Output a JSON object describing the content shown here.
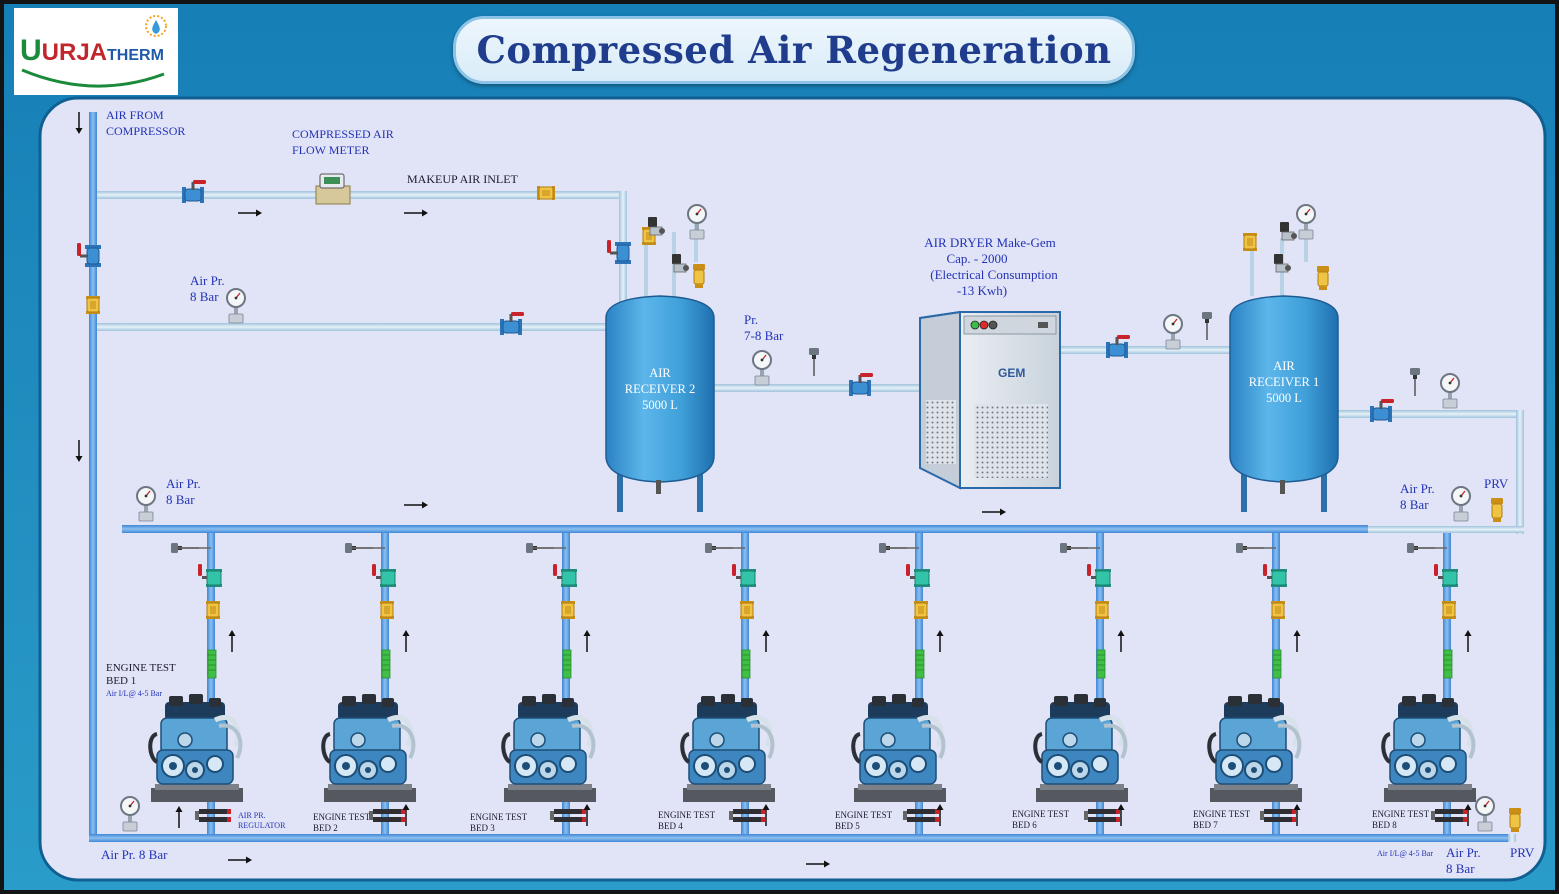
{
  "title": "Compressed Air Regeneration",
  "logo": {
    "text_part1": "URJA",
    "text_part2": "THERM",
    "colors": {
      "u": "#1b8a3a",
      "rja": "#c0262c",
      "therm": "#1f5aa8",
      "sun": "#f5a623",
      "drop": "#3a9ad9"
    }
  },
  "labels": {
    "air_from_compressor": [
      "AIR FROM",
      "COMPRESSOR"
    ],
    "flow_meter": [
      "COMPRESSED AIR",
      "FLOW METER"
    ],
    "makeup_inlet": "MAKEUP AIR INLET",
    "air_pr_top": [
      "Air Pr.",
      "8 Bar"
    ],
    "receiver2": [
      "AIR",
      "RECEIVER 2",
      "5000 L"
    ],
    "pr_mid": [
      "Pr.",
      "7-8 Bar"
    ],
    "dryer": [
      "AIR DRYER Make-Gem",
      "Cap. - 2000",
      "(Electrical Consumption",
      "-13 Kwh)"
    ],
    "gem": "GEM",
    "receiver1": [
      "AIR",
      "RECEIVER 1",
      "5000 L"
    ],
    "air_pr_header_left": [
      "Air Pr.",
      "8 Bar"
    ],
    "air_pr_header_right": [
      "Air Pr.",
      "8 Bar"
    ],
    "prv_top": "PRV",
    "engine_bed1": [
      "ENGINE TEST",
      "BED 1"
    ],
    "bed1_note": "Air I/L@ 4-5 Bar",
    "regulator": [
      "AIR PR.",
      "REGULATOR"
    ],
    "beds": [
      [
        "ENGINE TEST",
        "BED 2"
      ],
      [
        "ENGINE TEST",
        "BED 3"
      ],
      [
        "ENGINE TEST",
        "BED 4"
      ],
      [
        "ENGINE TEST",
        "BED 5"
      ],
      [
        "ENGINE TEST",
        "BED 6"
      ],
      [
        "ENGINE TEST",
        "BED 7"
      ],
      [
        "ENGINE TEST",
        "BED 8"
      ]
    ],
    "bottom_left_pr": "Air Pr. 8 Bar",
    "bottom_right_note": "Air I/L@ 4-5 Bar",
    "bottom_right_pr": [
      "Air Pr.",
      "8 Bar"
    ],
    "prv_bottom": "PRV"
  },
  "colors": {
    "pipe": "#b9d3e6",
    "main_pipe": "#5a9ee0",
    "tank": "#3d9bd6",
    "panel": "#e1e3f6",
    "frame": "#1c7fb8",
    "label": "#2233b8",
    "valve_handle": "#c8232a",
    "brass": "#e8b93a",
    "check_valve": "#2bb8a0",
    "hose": "#48c84a"
  }
}
